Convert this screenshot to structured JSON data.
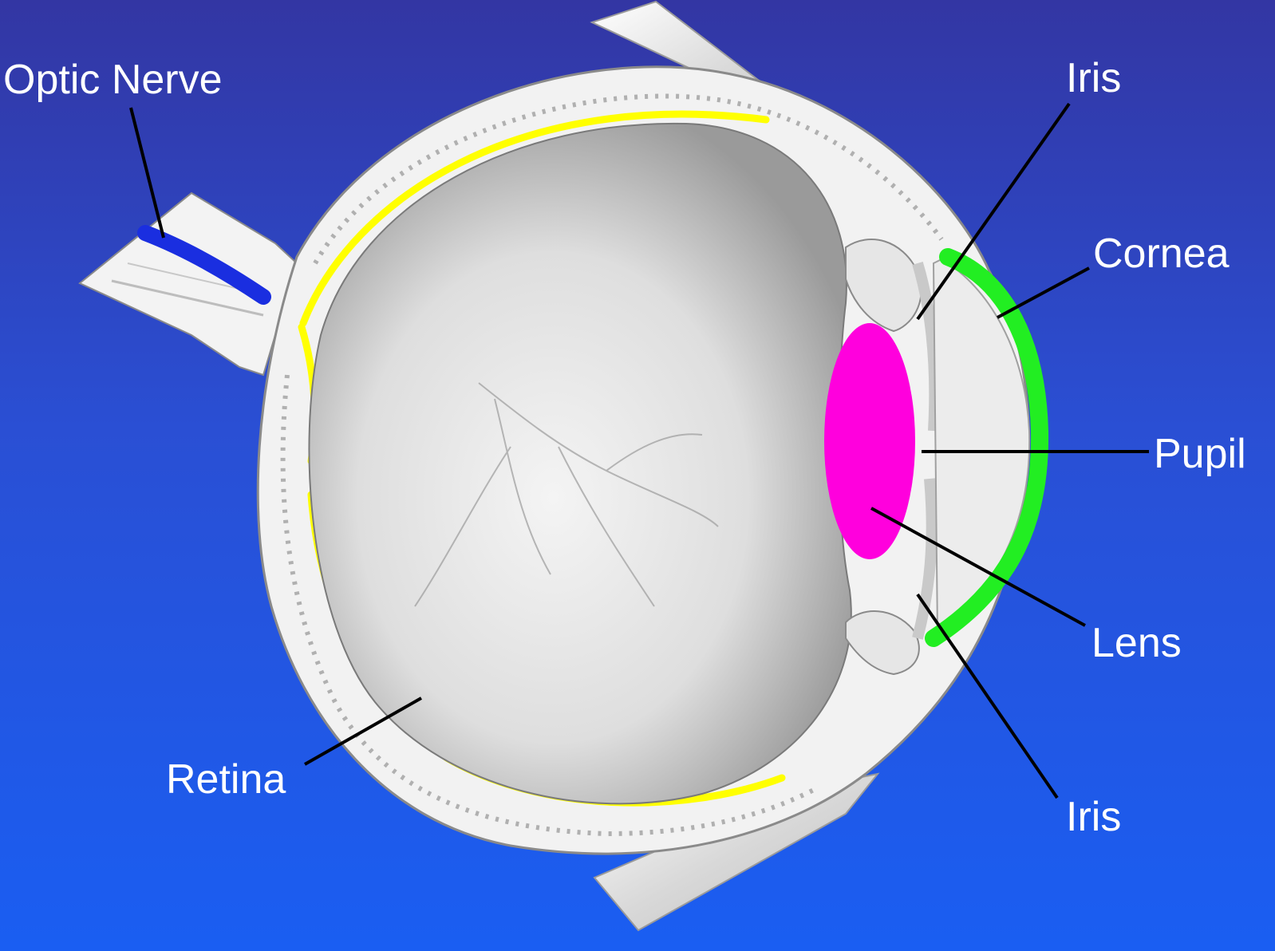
{
  "labels": {
    "optic_nerve": "Optic Nerve",
    "iris_top": "Iris",
    "cornea": "Cornea",
    "pupil": "Pupil",
    "lens": "Lens",
    "iris_bottom": "Iris",
    "retina": "Retina"
  },
  "colors": {
    "background_top": "#3336a3",
    "background_bottom": "#1a5ef2",
    "retina_highlight": "#ffff00",
    "cornea_highlight": "#22ee22",
    "lens_highlight": "#ff00dd",
    "optic_nerve_highlight": "#1a2ee0",
    "label_text": "#ffffff",
    "leader_line": "#000000"
  }
}
